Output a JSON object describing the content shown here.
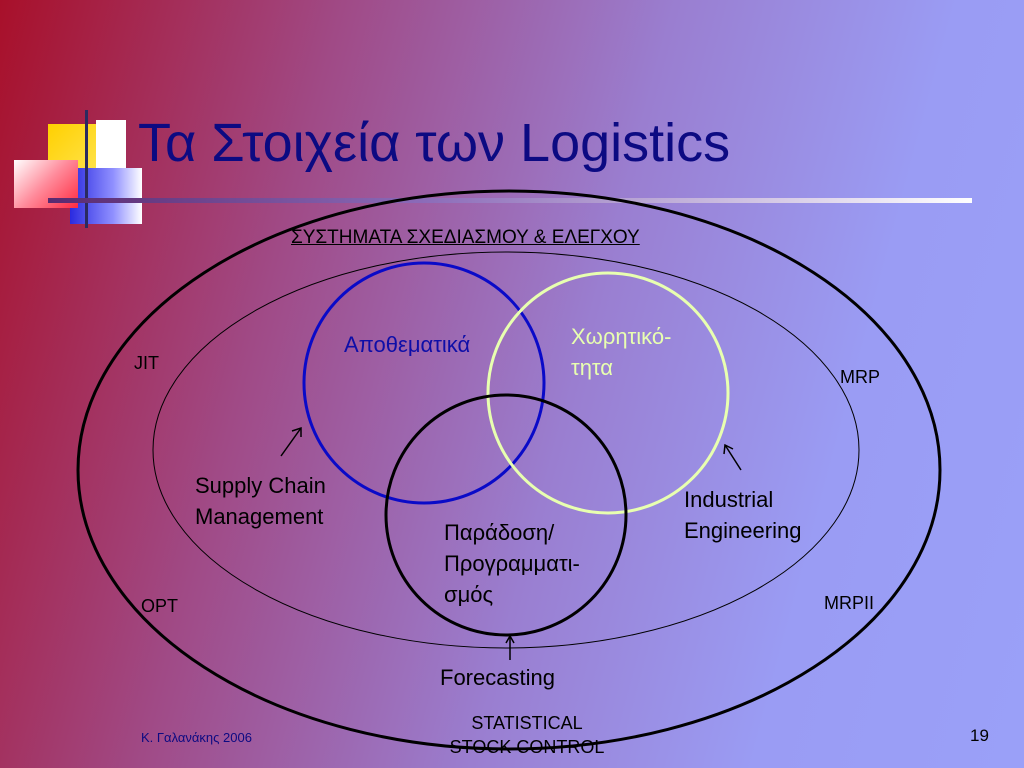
{
  "slide": {
    "title": "Τα Στοιχεία των Logistics",
    "footer_author": "Κ. Γαλανάκης 2006",
    "page_number": "19"
  },
  "diagram": {
    "outer_heading": "ΣΥΣΤΗΜΑΤΑ ΣΧΕΔΙΑΣΜΟΥ & ΕΛΕΓΧΟΥ",
    "outer_bottom_line1": "STATISTICAL",
    "outer_bottom_line2": "STOCK CONTROL",
    "ring_labels": {
      "jit": "JIT",
      "mrp": "MRP",
      "opt": "OPT",
      "mrpii": "MRPII"
    },
    "circles": {
      "inventory": "Αποθεματικά",
      "capacity_line1": "Χωρητικό-",
      "capacity_line2": "τητα",
      "delivery_line1": "Παράδοση/",
      "delivery_line2": "Προγραμματι-",
      "delivery_line3": "σμός"
    },
    "arrow_labels": {
      "scm_line1": "Supply Chain",
      "scm_line2": "Management",
      "ie_line1": "Industrial",
      "ie_line2": "Engineering",
      "forecasting": "Forecasting"
    },
    "colors": {
      "inventory_circle": "#0a0ac8",
      "capacity_circle": "#e8ffb0",
      "delivery_circle": "#000000",
      "ellipses": "#000000"
    }
  }
}
